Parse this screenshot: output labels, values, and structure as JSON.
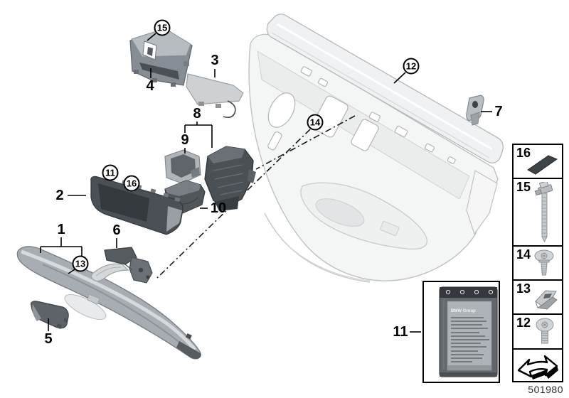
{
  "diagram": {
    "doc_number": "501980",
    "background_color": "#ffffff",
    "line_color": "#000000",
    "description_hint": "exploded parts diagram, rear door trim mounting parts"
  },
  "callouts": {
    "plain": {
      "p1": "1",
      "p2": "2",
      "p3": "3",
      "p4": "4",
      "p5": "5",
      "p6": "6",
      "p7": "7",
      "p8": "8",
      "p9": "9",
      "p10": "10",
      "p11": "11"
    },
    "circled": {
      "c11": "11",
      "c12": "12",
      "c13": "13",
      "c14": "14",
      "c15": "15",
      "c16": "16"
    }
  },
  "legend": {
    "items": [
      {
        "num": "16",
        "icon": "adhesive-pad-icon"
      },
      {
        "num": "15",
        "icon": "expanding-rivet-icon"
      },
      {
        "num": "14",
        "icon": "torx-screw-icon"
      },
      {
        "num": "13",
        "icon": "spring-clip-icon"
      },
      {
        "num": "12",
        "icon": "torx-screw-short-icon"
      }
    ],
    "footer_icon": "continuation-arrow-icon"
  },
  "bag": {
    "brand": "BMW Group"
  }
}
